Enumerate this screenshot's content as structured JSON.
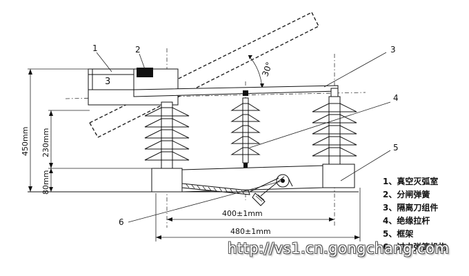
{
  "callouts": {
    "c1": "1",
    "c2": "2",
    "c3_box": "3",
    "c3_top": "3",
    "c4": "4",
    "c5": "5",
    "c6": "6"
  },
  "angle_label": "30°",
  "dimensions": {
    "total_height": "450mm",
    "mid_height": "230mm",
    "base_height": "80mm",
    "inner_width": "400±1mm",
    "outer_width": "480±1mm"
  },
  "legend": [
    "1、真空灭弧室",
    "2、分闸弹簧",
    "3、隔离刀组件",
    "4、绝缘拉杆",
    "5、框架",
    "6、过中弹簧机构"
  ],
  "watermark": "http://vs1.cn.gongchang.com"
}
